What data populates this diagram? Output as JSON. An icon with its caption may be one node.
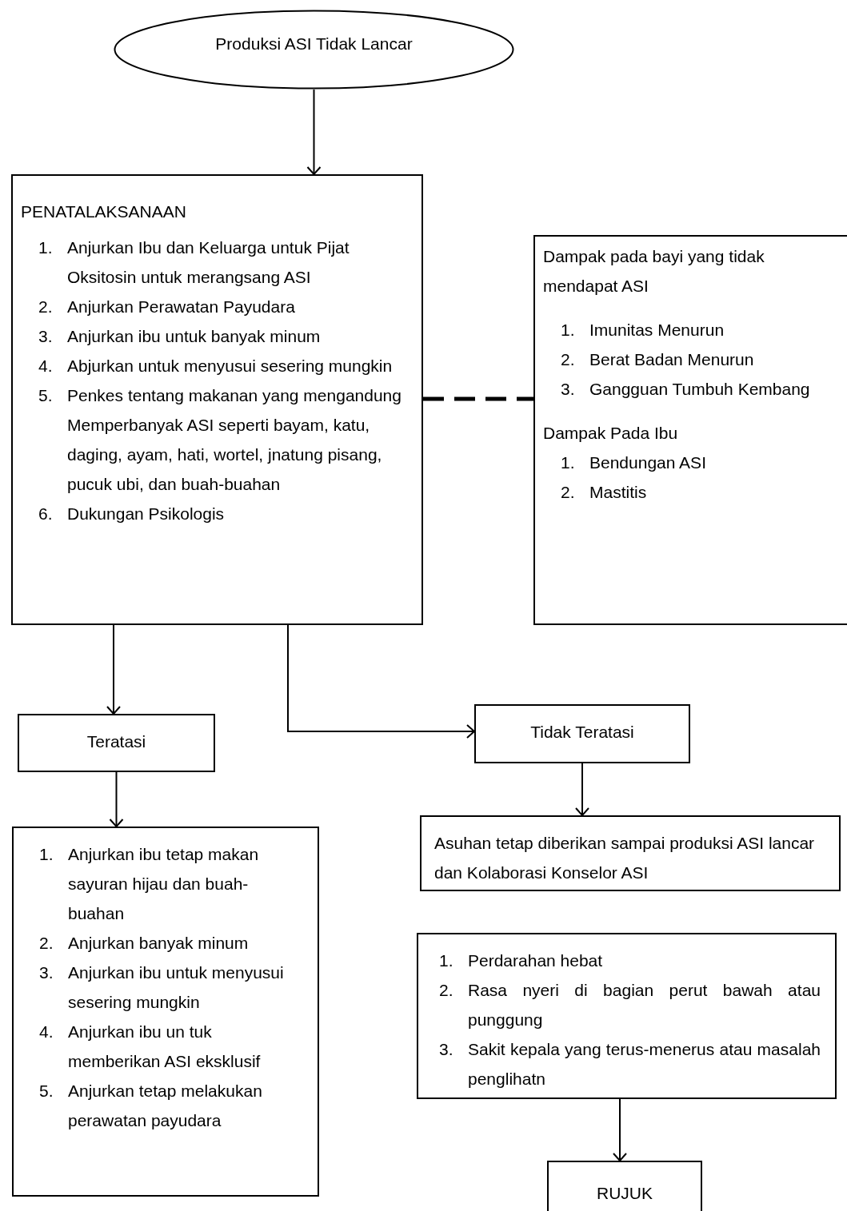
{
  "diagram": {
    "nodes": [
      {
        "text": [
          "Produksi ASI Tidak Lancar"
        ]
      },
      {
        "text": [
          "PENATALAKSANAAN",
          "1. Anjurkan Ibu dan Keluarga untuk Pijat Oksitosin untuk merangsang ASI",
          "2. Anjurkan Perawatan Payudara",
          "3. Anjurkan ibu untuk banyak minum",
          "4. Abjurkan untuk menyusui sesering mungkin",
          "5. Penkes tentang makanan yang mengandung Memperbanyak ASI seperti bayam, katu, daging, ayam, hati, wortel, jnatung pisang, pucuk ubi, dan buah-buahan",
          "6. Dukungan Psikologis"
        ]
      },
      {
        "text": [
          "Dampak pada bayi yang tidak mendapat ASI",
          "1. Imunitas Menurun",
          "2. Berat Badan Menurun",
          "3. Gangguan Tumbuh Kembang",
          "Dampak Pada Ibu",
          "1. Bendungan ASI",
          "2. Mastitis"
        ]
      },
      {
        "text": [
          "Teratasi"
        ]
      },
      {
        "text": [
          "Tidak Teratasi"
        ]
      },
      {
        "text": [
          "1. Anjurkan ibu tetap makan sayuran hijau dan buah-buahan",
          "2. Anjurkan banyak minum",
          "3. Anjurkan ibu untuk menyusui sesering mungkin",
          "4. Anjurkan ibu un tuk memberikan ASI eksklusif",
          "5. Anjurkan tetap melakukan perawatan payudara"
        ]
      },
      {
        "text": [
          "Asuhan tetap diberikan sampai produksi ASI lancar dan Kolaborasi Konselor ASI"
        ]
      },
      {
        "text": [
          "1. Perdarahan hebat",
          "2. Rasa nyeri di bagian perut bawah atau punggung",
          "3. Sakit kepala yang terus-menerus atau masalah penglihatn"
        ]
      },
      {
        "text": [
          "RUJUK"
        ]
      }
    ],
    "edges": [
      {
        "from": 0,
        "to": 1,
        "arrow": "to"
      },
      {
        "from": 1,
        "to": 2,
        "arrow": "none",
        "style": "dashed"
      },
      {
        "from": 1,
        "to": 3,
        "arrow": "to"
      },
      {
        "from": 1,
        "to": 4,
        "arrow": "to"
      },
      {
        "from": 3,
        "to": 5,
        "arrow": "to"
      },
      {
        "from": 4,
        "to": 6,
        "arrow": "to"
      },
      {
        "from": 7,
        "to": 8,
        "arrow": "to"
      }
    ]
  }
}
